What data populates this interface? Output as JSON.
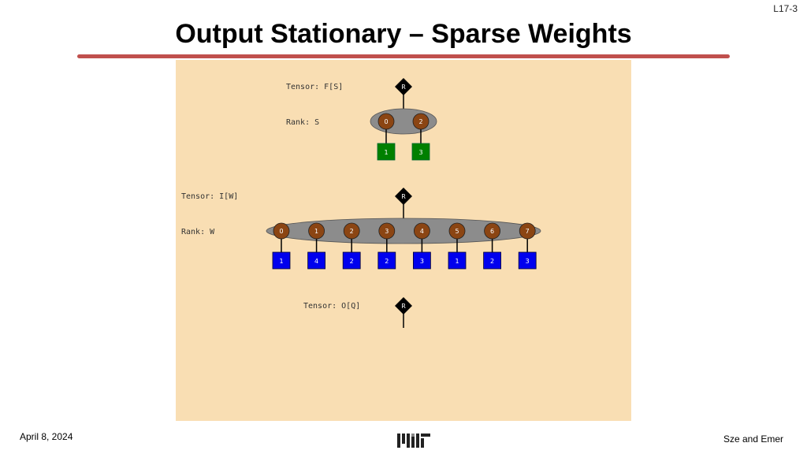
{
  "slide": {
    "number": "L17-3",
    "title": "Output Stationary – Sparse Weights"
  },
  "footer": {
    "date": "April 8, 2024",
    "authors": "Sze and Emer",
    "logo_icon": "mit-logo-icon"
  },
  "diagram": {
    "root_label": "R",
    "tensor_f": {
      "tensor_label": "Tensor: F[S]",
      "rank_label": "Rank: S",
      "coords": [
        "0",
        "2"
      ],
      "values": [
        "1",
        "3"
      ],
      "value_color": "#008000"
    },
    "tensor_i": {
      "tensor_label": "Tensor: I[W]",
      "rank_label": "Rank: W",
      "coords": [
        "0",
        "1",
        "2",
        "3",
        "4",
        "5",
        "6",
        "7"
      ],
      "values": [
        "1",
        "4",
        "2",
        "2",
        "3",
        "1",
        "2",
        "3"
      ],
      "value_color": "#0000ee"
    },
    "tensor_o": {
      "tensor_label": "Tensor: O[Q]"
    },
    "colors": {
      "panel": "#f9deb3",
      "coord_node": "#8b4513",
      "fiber": "#8c8c8c",
      "root": "#000000",
      "title_rule": "#c0504d"
    }
  }
}
